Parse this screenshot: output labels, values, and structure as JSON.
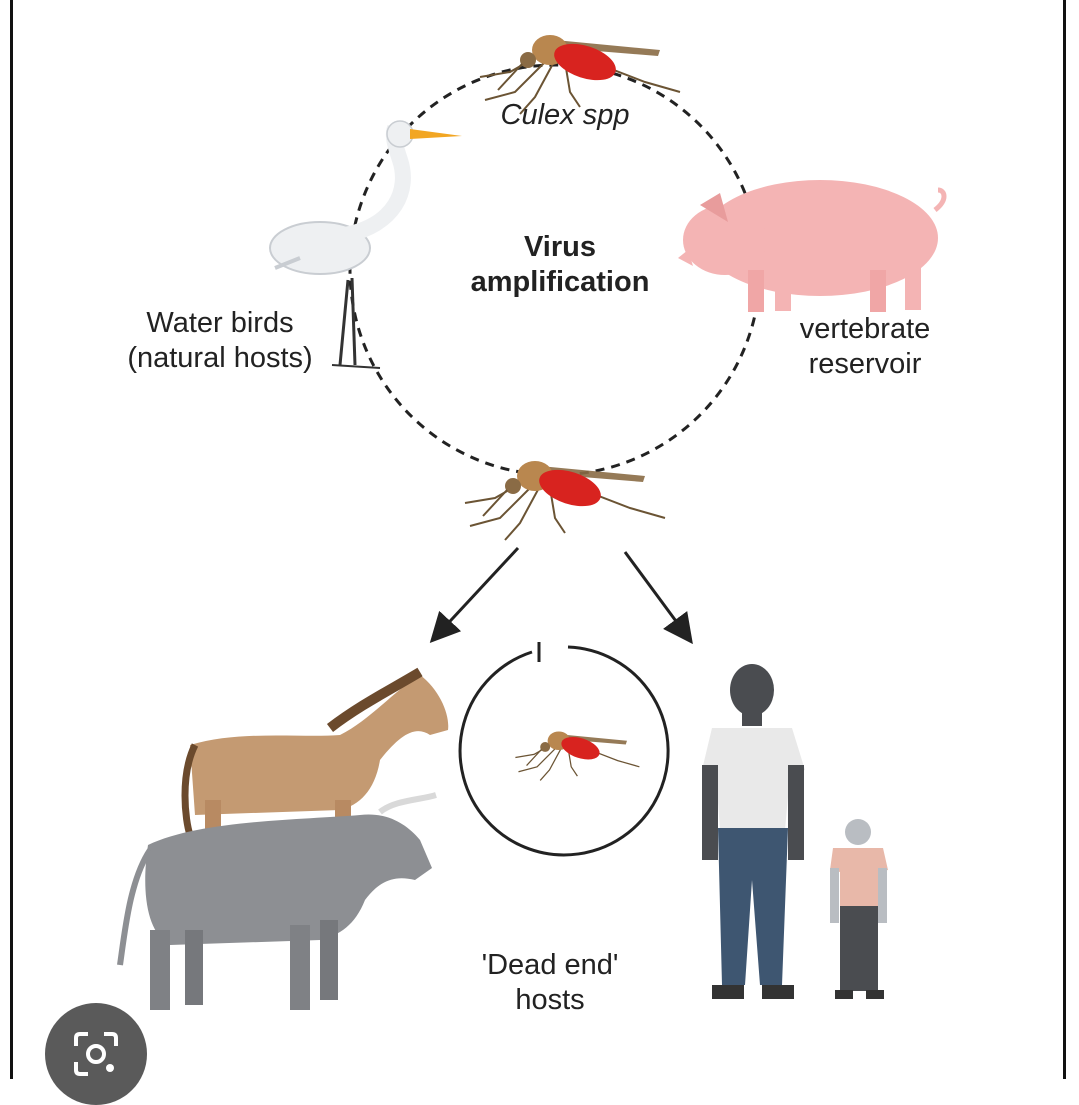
{
  "labels": {
    "vector": "Culex spp",
    "cycle": "Virus\namplification",
    "natural_hosts": "Water birds\n(natural hosts)",
    "reservoir": "vertebrate\nreservoir",
    "dead_end": "'Dead end'\nhosts"
  },
  "icons": [
    "mosquito-icon",
    "egret-icon",
    "pig-icon",
    "horse-icon",
    "bull-icon",
    "man-icon",
    "child-icon",
    "lens-search-icon"
  ],
  "colors": {
    "mosquito_body": "#b9874f",
    "mosquito_blood": "#d8231f",
    "egret": "#eef0f2",
    "pig": "#f4b4b4",
    "horse": "#c49a72",
    "bull": "#8d8f93",
    "person_dark": "#4a4c50",
    "jeans": "#3e5671",
    "shirt": "#e9e9e9",
    "child_shirt": "#e8b8a9",
    "lens_button": "#5a5a5a"
  }
}
